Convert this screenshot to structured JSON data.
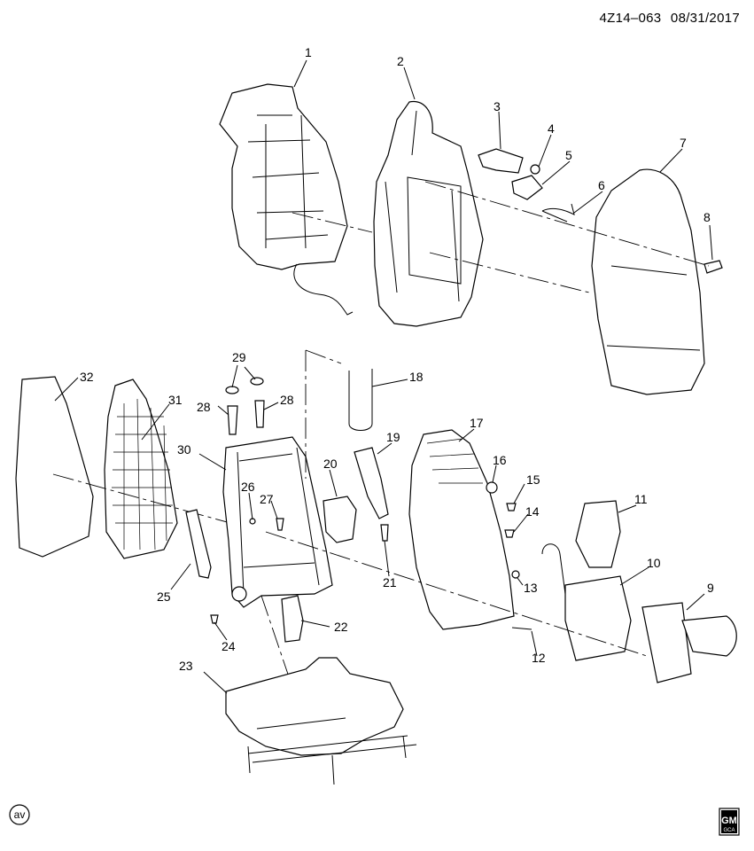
{
  "header": {
    "diagram_id": "4Z14–063",
    "date": "08/31/2017"
  },
  "callouts": [
    "1",
    "2",
    "3",
    "4",
    "5",
    "6",
    "7",
    "8",
    "9",
    "10",
    "11",
    "12",
    "13",
    "14",
    "15",
    "16",
    "17",
    "18",
    "19",
    "20",
    "21",
    "22",
    "23",
    "24",
    "25",
    "26",
    "27",
    "28",
    "28",
    "29",
    "30",
    "31",
    "32"
  ],
  "footer": {
    "av_mark": "av",
    "gm_logo_top": "GM",
    "gm_logo_bottom": "GCA"
  }
}
